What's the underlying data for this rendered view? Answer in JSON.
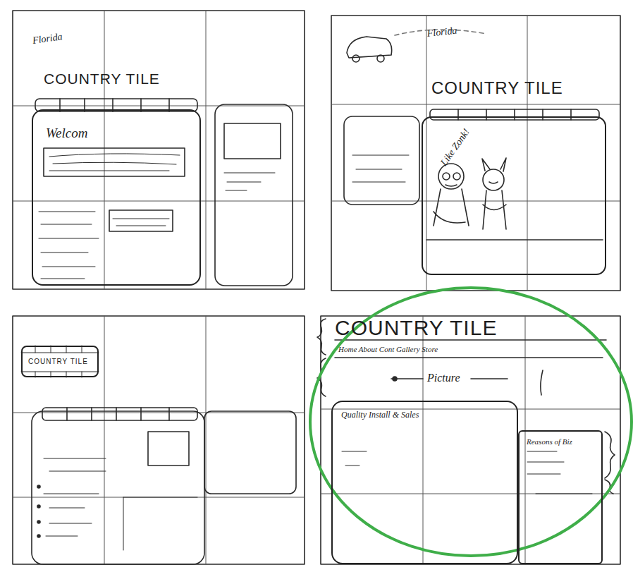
{
  "diagram": {
    "nodes": [
      {
        "text": [
          "Welcom"
        ]
      },
      {
        "text": [
          "Like Zonk!"
        ]
      },
      {
        "text": [
          "COUNTRY TILE"
        ]
      },
      {
        "text": [
          "Quality Install & Sales"
        ]
      },
      {
        "text": [
          "Reasons of Biz"
        ]
      }
    ],
    "labels": [
      "Florida",
      "COUNTRY TILE",
      "Florida",
      "COUNTRY TILE",
      "COUNTRY TILE",
      "Home About Cont Gallery Store",
      "Picture"
    ]
  }
}
